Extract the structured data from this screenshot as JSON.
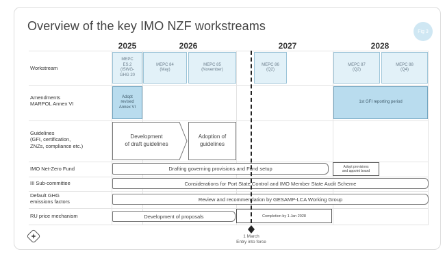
{
  "header": {
    "title": "Overview of the key IMO NZF workstreams",
    "badge": "Fig 3"
  },
  "years": [
    "2025",
    "2026",
    "2027",
    "2028"
  ],
  "rows": {
    "workstream": "Workstream",
    "amendments": [
      "Amendments",
      "MARPOL Annex VI"
    ],
    "guidelines": [
      "Guidelines",
      "(GFI, certification,",
      "ZNZs, compliance etc.)"
    ],
    "fund": "IMO Net-Zero Fund",
    "iii": "III Sub-committee",
    "ghg": [
      "Default GHG",
      "emissions factors"
    ],
    "ru": "RU price mechanism"
  },
  "workstream_cells": {
    "es2": [
      "MEPC",
      "ES.2",
      "(ISWG-",
      "GHG 20"
    ],
    "mepc84": [
      "MEPC 84",
      "(May)"
    ],
    "mepc85": [
      "MEPC 85",
      "(November)"
    ],
    "mepc86": [
      "MEPC 86",
      "(Q2)"
    ],
    "mepc87": [
      "MEPC 87",
      "(Q2)"
    ],
    "mepc88": [
      "MEPC 88",
      "(Q4)"
    ]
  },
  "amendments_cells": {
    "adopt": [
      "Adopt",
      "revised",
      "Annex VI"
    ],
    "reporting": "1st GFI reporting period"
  },
  "guidelines_cells": {
    "development": [
      "Development",
      "of draft guidelines"
    ],
    "adoption": [
      "Adoption of",
      "guidelines"
    ]
  },
  "fund_cells": {
    "drafting": "Drafting governing provisions and Fund setup",
    "adopt_board": [
      "Adopt provisions",
      "and appoint board"
    ]
  },
  "iii_cells": {
    "considerations": "Considerations for Port State Control and IMO Member State Audit Scheme"
  },
  "ghg_cells": {
    "review": "Review and recommendation by GESAMP-LCA Working Group"
  },
  "ru_cells": {
    "development": "Development of proposals",
    "completion": "Completion by 1 Jan 2028"
  },
  "entry_into_force": [
    "1 March",
    "Entry into force"
  ],
  "icons": {
    "corner": "diamond-star-icon",
    "marker": "diamond-marker-icon"
  },
  "colors": {
    "light_blue": "#e2f1f8",
    "mid_blue": "#b9dcee",
    "badge": "#cfe7f3"
  }
}
